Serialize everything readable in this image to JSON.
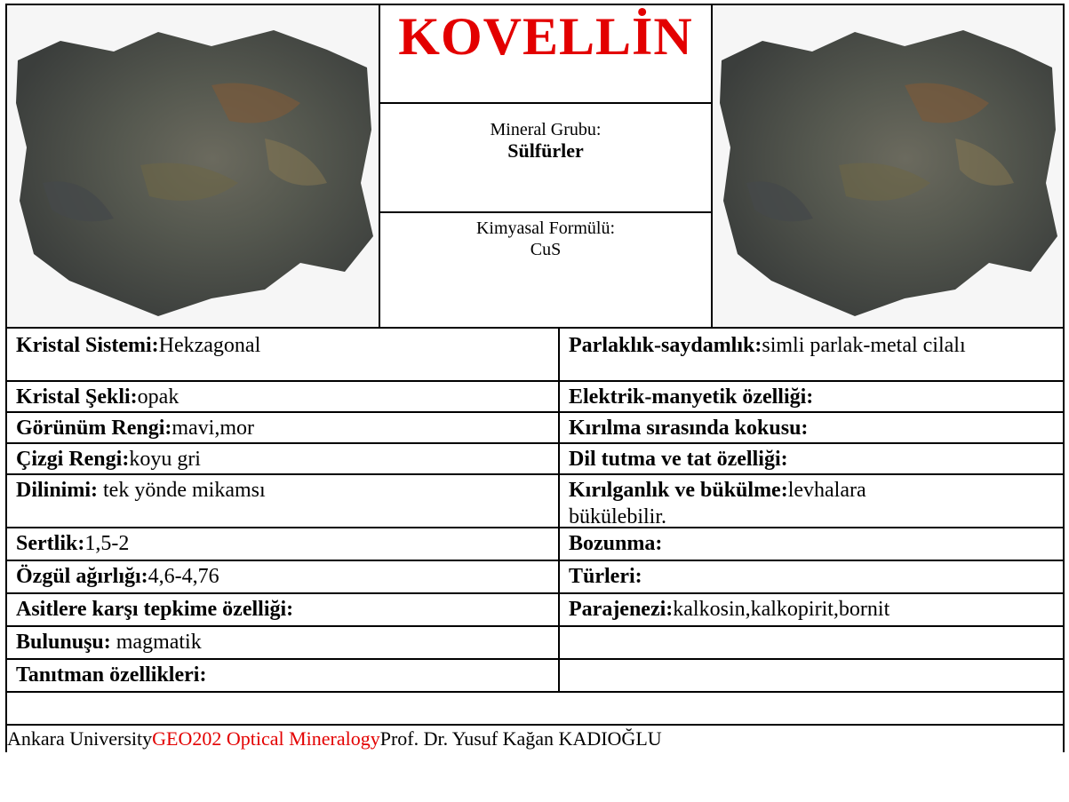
{
  "header": {
    "title": "KOVELLİN",
    "group_label": "Mineral Grubu:",
    "group_value": "Sülfürler",
    "formula_label": "Kimyasal Formülü:",
    "formula_value": "CuS"
  },
  "left_col": [
    {
      "label": "Kristal Sistemi:",
      "value": "Hekzagonal"
    },
    {
      "label": "Kristal Şekli:",
      "value": "opak"
    },
    {
      "label": "Görünüm Rengi:",
      "value": "mavi,mor"
    },
    {
      "label": "Çizgi Rengi:",
      "value": "koyu gri"
    },
    {
      "label": "Dilinimi:",
      "value": " tek yönde mikamsı"
    },
    {
      "label": "Sertlik:",
      "value": "1,5-2"
    },
    {
      "label": "Özgül ağırlığı:",
      "value": "4,6-4,76"
    },
    {
      "label": "Asitlere karşı tepkime özelliği:",
      "value": ""
    }
  ],
  "right_col": [
    {
      "label": "Parlaklık-saydamlık:",
      "value": "simli parlak-metal cilalı"
    },
    {
      "label": "Elektrik-manyetik özelliği:",
      "value": ""
    },
    {
      "label": "Kırılma sırasında kokusu:",
      "value": ""
    },
    {
      "label": "Dil tutma ve tat özelliği:",
      "value": ""
    },
    {
      "label": "Kırılganlık ve bükülme:",
      "value": "levhalara bükülebilir."
    },
    {
      "label": "Bozunma:",
      "value": ""
    },
    {
      "label": "Türleri:",
      "value": ""
    },
    {
      "label": "Parajenezi:",
      "value": "kalkosin,kalkopirit,bornit"
    }
  ],
  "full_rows": [
    {
      "label": "Bulunuşu:",
      "value": " magmatik"
    },
    {
      "label": "Tanıtman özellikleri:",
      "value": ""
    }
  ],
  "footer": {
    "part1": "Ankara University",
    "part2": "GEO202 Optical Mineralogy",
    "part3": "Prof. Dr. Yusuf Kağan KADIOĞLU"
  },
  "colors": {
    "title": "#e30000",
    "course": "#e30000"
  }
}
